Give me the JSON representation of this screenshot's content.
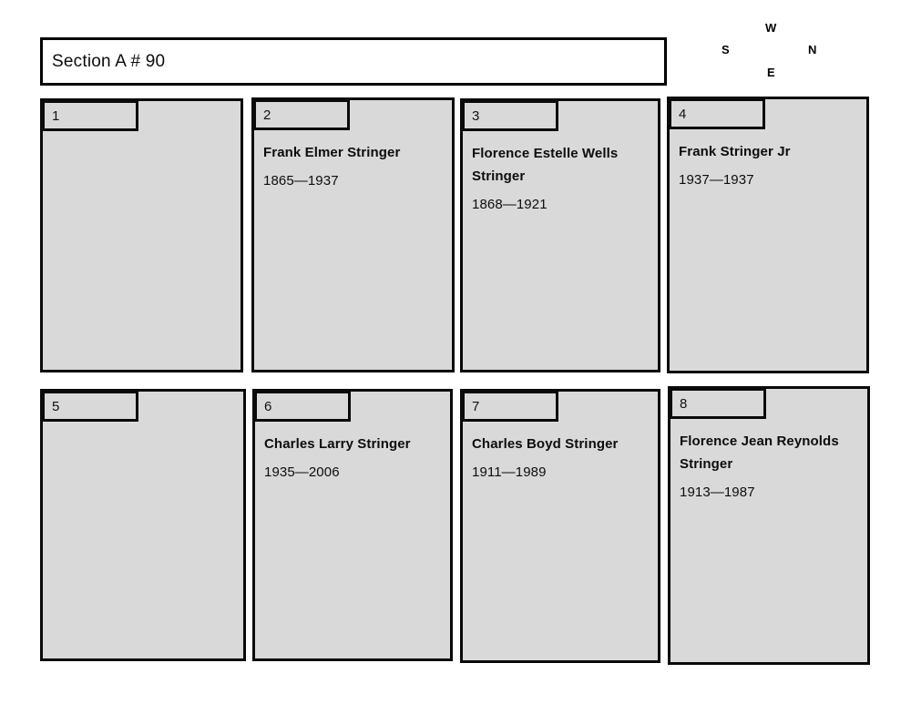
{
  "section": {
    "title": "Section A # 90"
  },
  "compass": {
    "top": "W",
    "left": "S",
    "right": "N",
    "bottom": "E"
  },
  "plots": [
    {
      "number": "1",
      "name": "",
      "dates": "",
      "empty": true
    },
    {
      "number": "2",
      "name": "Frank Elmer Stringer",
      "dates": "1865—1937",
      "empty": false
    },
    {
      "number": "3",
      "name": "Florence Estelle Wells Stringer",
      "dates": "1868—1921",
      "empty": false
    },
    {
      "number": "4",
      "name": "Frank Stringer Jr",
      "dates": "1937—1937",
      "empty": false
    },
    {
      "number": "5",
      "name": "",
      "dates": "",
      "empty": true
    },
    {
      "number": "6",
      "name": "Charles Larry Stringer",
      "dates": "1935—2006",
      "empty": false
    },
    {
      "number": "7",
      "name": "Charles Boyd Stringer",
      "dates": "1911—1989",
      "empty": false
    },
    {
      "number": "8",
      "name": "Florence Jean Reynolds Stringer",
      "dates": "1913—1987",
      "empty": false
    }
  ],
  "colors": {
    "plot_fill": "#d9d9d9",
    "border": "#0a0a0a",
    "title_fill": "#ffffff",
    "text": "#0d0d0d"
  }
}
